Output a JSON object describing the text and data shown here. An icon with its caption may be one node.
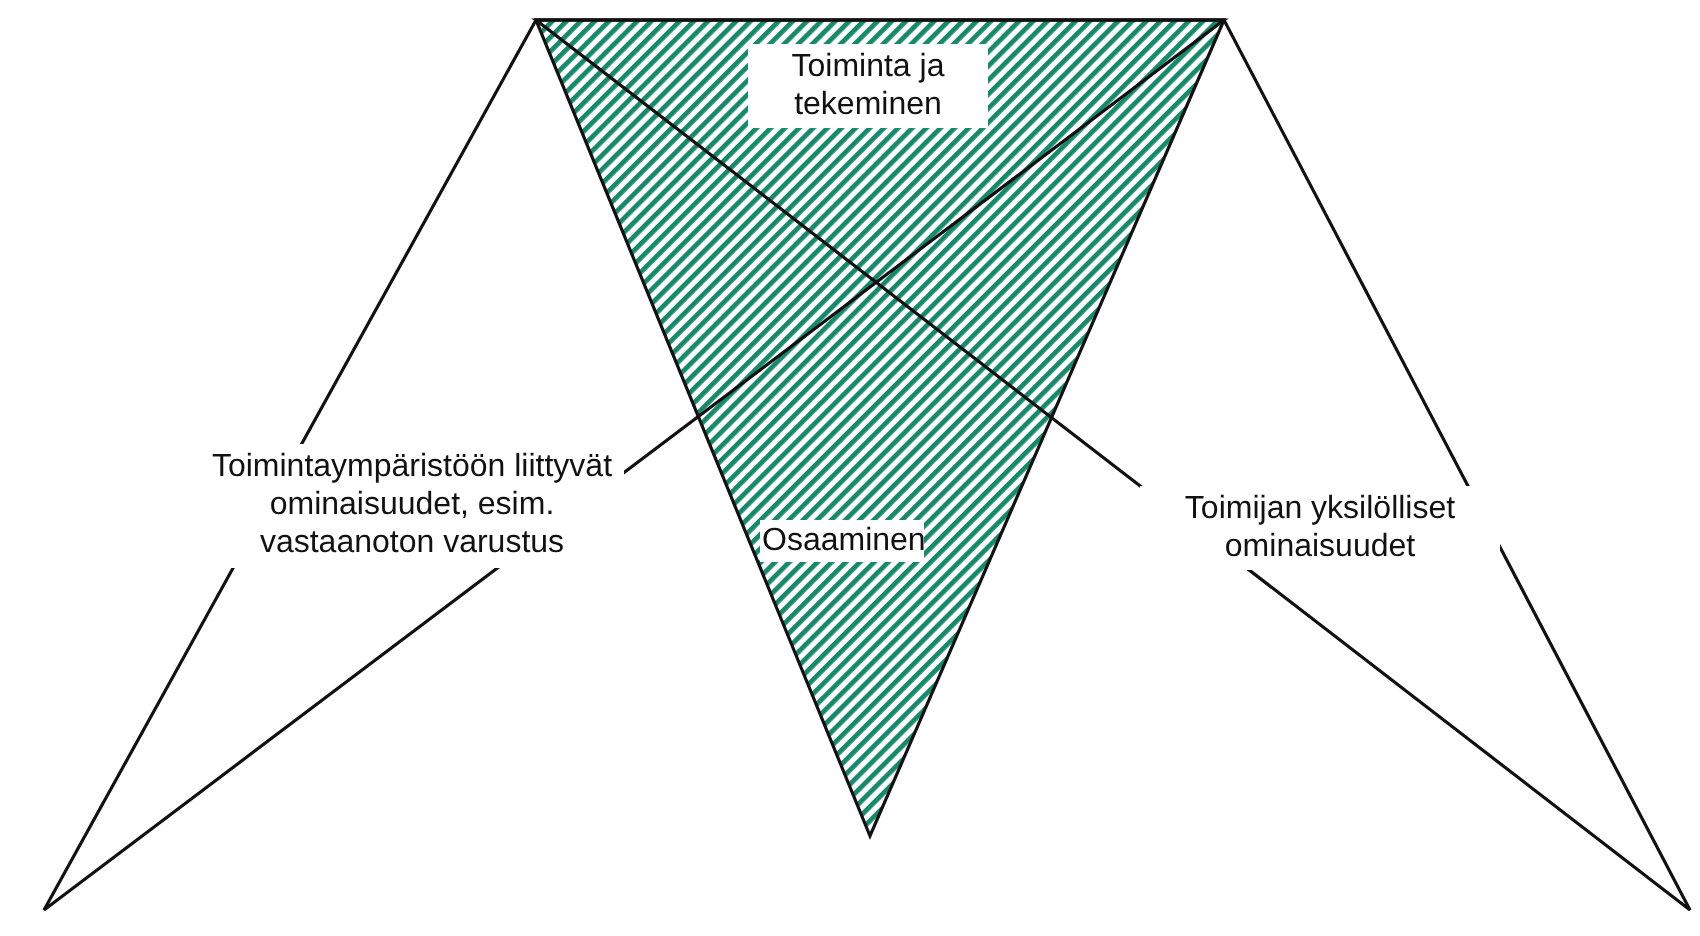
{
  "diagram": {
    "nodes": [
      {
        "text": [
          "Toiminta ja tekeminen",
          "Osaaminen"
        ]
      },
      {
        "text": [
          "Toimintaympäristöön liittyvät ominaisuudet, esim. vastaanoton varustus"
        ]
      },
      {
        "text": [
          "Toimijan yksilölliset ominaisuudet"
        ]
      }
    ]
  }
}
